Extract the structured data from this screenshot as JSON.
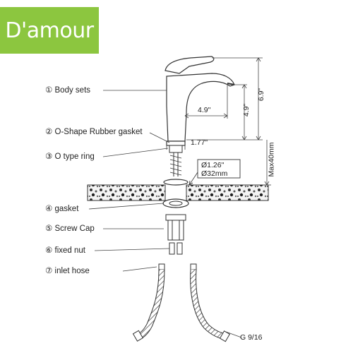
{
  "brand": {
    "name": "D'amour",
    "color": "#8cc63f"
  },
  "parts": [
    {
      "num": "①",
      "label": "Body sets"
    },
    {
      "num": "②",
      "label": "O-Shape Rubber gasket"
    },
    {
      "num": "③",
      "label": "O type ring"
    },
    {
      "num": "④",
      "label": "gasket"
    },
    {
      "num": "⑤",
      "label": "Screw Cap"
    },
    {
      "num": "⑥",
      "label": "fixed nut"
    },
    {
      "num": "⑦",
      "label": "inlet hose"
    }
  ],
  "dimensions": {
    "spout_reach": "4.9\"",
    "spout_height": "4.9\"",
    "total_height": "6.9\"",
    "base_diameter": "1.77\"",
    "max_thickness": "Max40mm",
    "hole_diameter_in": "Ø1.26\"",
    "hole_diameter_mm": "Ø32mm",
    "hose_thread": "G 9/16"
  }
}
